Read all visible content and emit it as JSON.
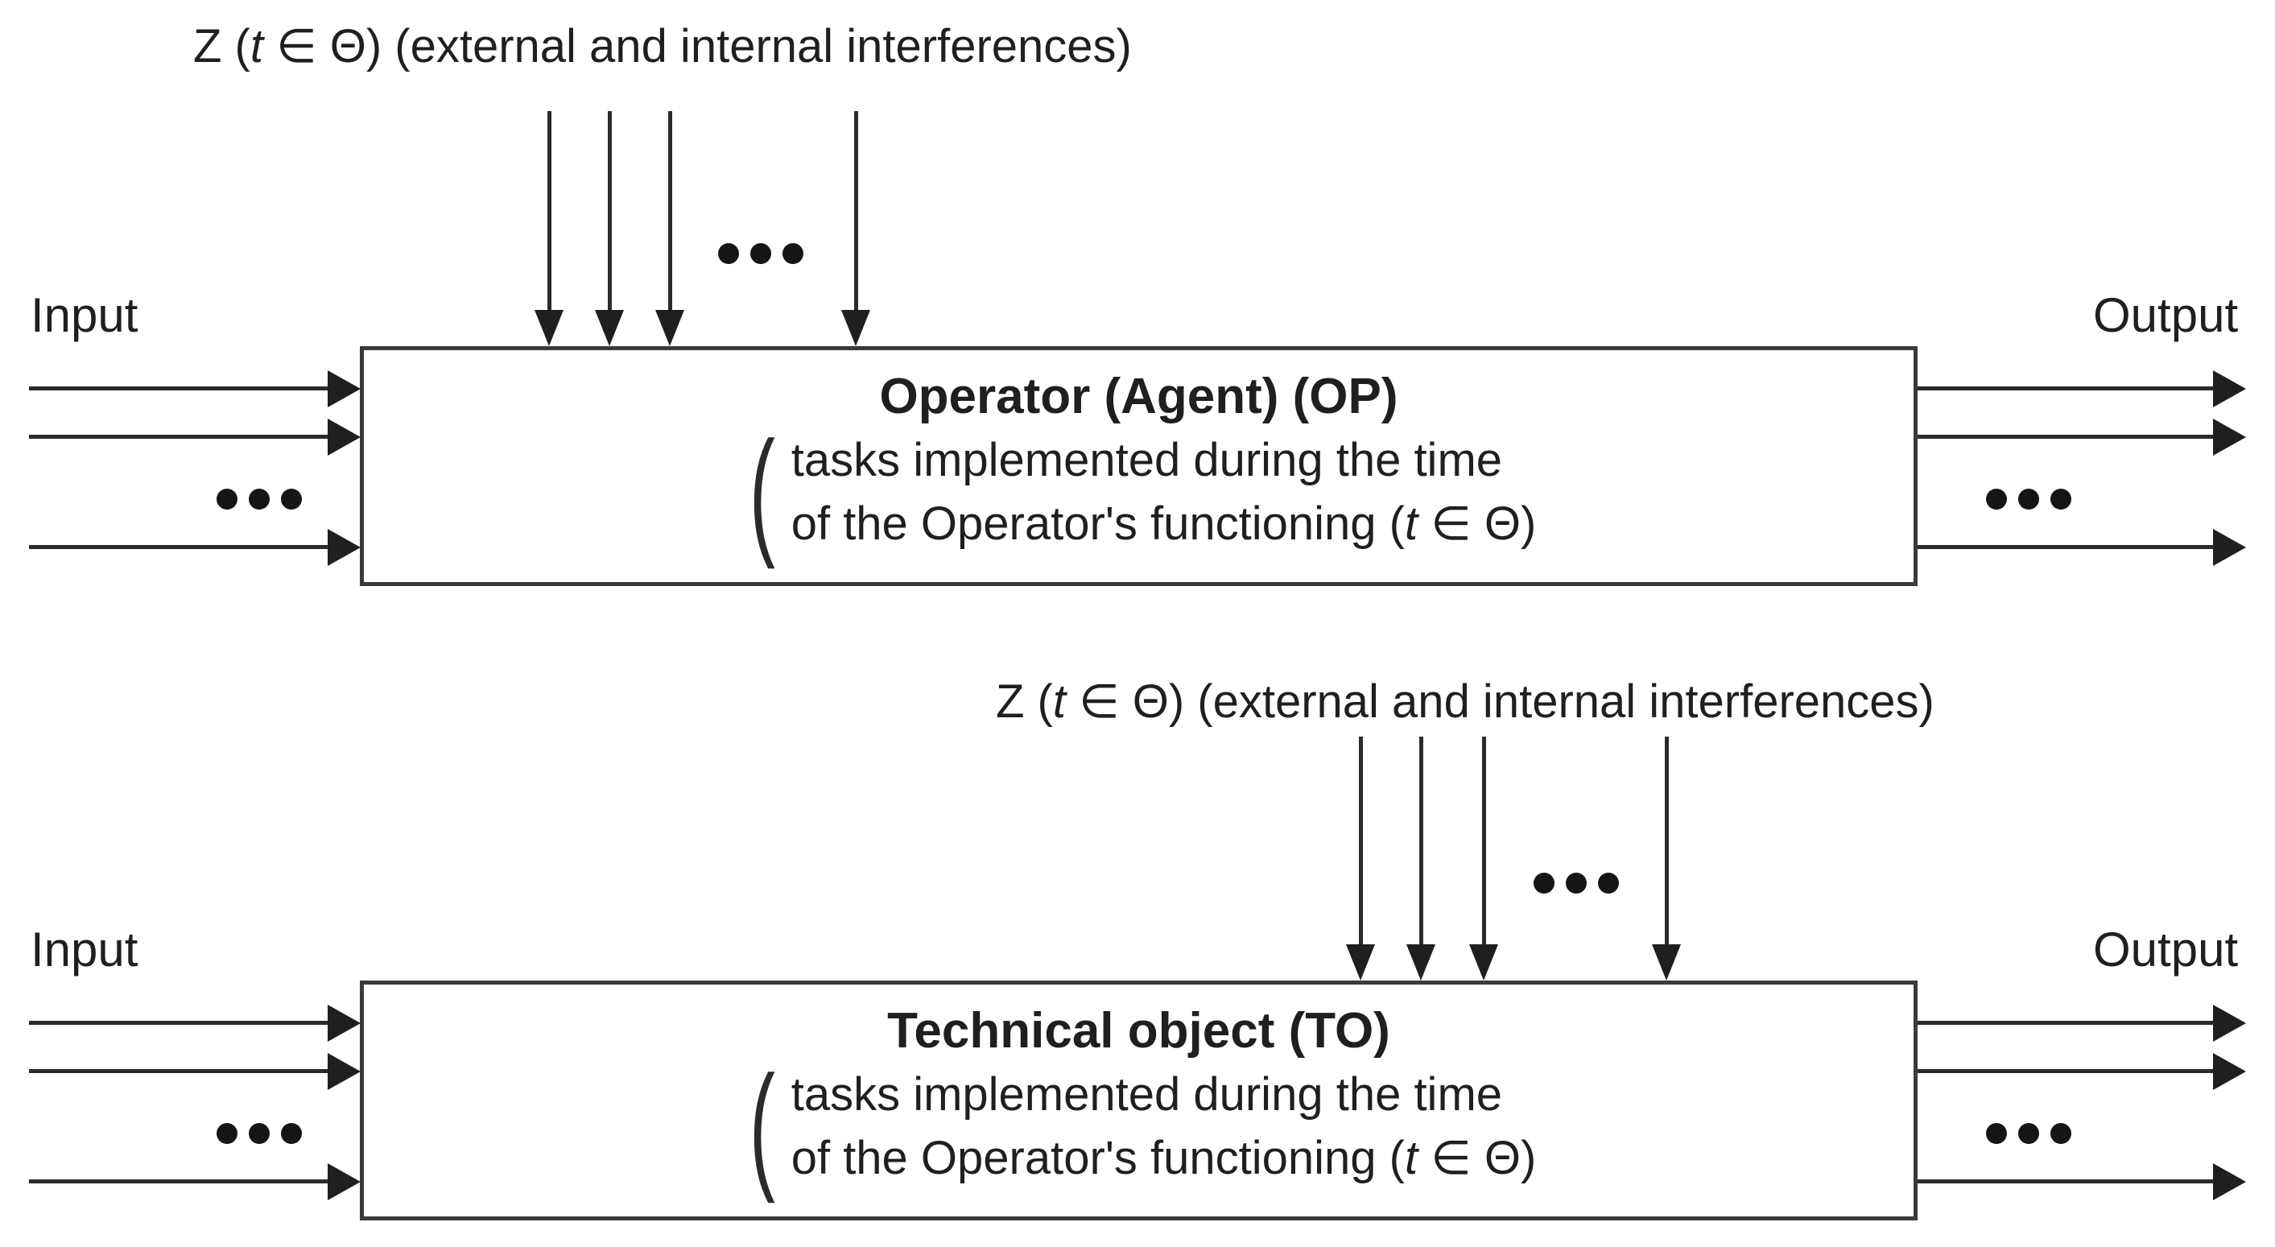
{
  "colors": {
    "background": "#ffffff",
    "ink": "#1f1f1f",
    "box_border": "#3a3a3a",
    "arrow_line": "#2b2b2b"
  },
  "shared": {
    "input_label": "Input",
    "output_label": "Output",
    "brace_glyph": "(",
    "icons": {
      "ellipsis": "•••",
      "arrowhead_right": "▶",
      "arrowhead_down": "▼"
    },
    "interference": {
      "pre": "Z (",
      "t": "t",
      "post": " ∈ Θ) (external and internal interferences)"
    }
  },
  "panels": [
    {
      "id": "operator",
      "title": "Operator (Agent) (OP)",
      "task_line1": "tasks implemented during the time",
      "task_line2": {
        "pre": "of the Operator's functioning (",
        "t": "t",
        "post": " ∈ Θ)"
      }
    },
    {
      "id": "technical-object",
      "title": "Technical object (TO)",
      "task_line1": "tasks implemented during the time",
      "task_line2": {
        "pre": "of the Operator's functioning (",
        "t": "t",
        "post": " ∈ Θ)"
      }
    }
  ]
}
